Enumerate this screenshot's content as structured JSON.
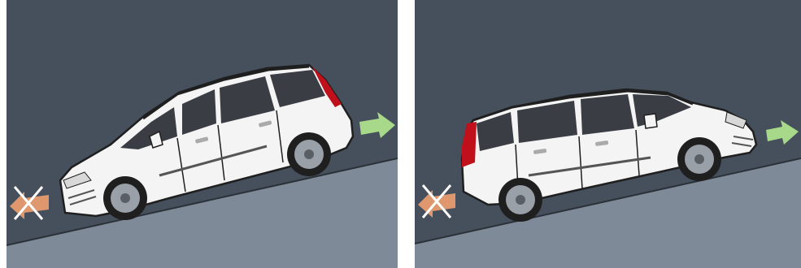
{
  "colors": {
    "sky": "#46505c",
    "road": "#7f8a99",
    "road_edge": "#2b3138",
    "car_body": "#f4f4f4",
    "car_outline": "#1f1f1f",
    "glass": "#3a3e44",
    "tail_light": "#c0101c",
    "forward_arrow": "#a8d98a",
    "blocked_arrow": "#f0a070",
    "cross": "#ffffff"
  },
  "panels": [
    {
      "scenario": "uphill",
      "car_facing": "left",
      "forward_arrow_icon": "arrow-right-icon",
      "blocked_arrow_icon": "arrow-left-crossed-icon"
    },
    {
      "scenario": "uphill",
      "car_facing": "right",
      "forward_arrow_icon": "arrow-right-icon",
      "blocked_arrow_icon": "arrow-left-crossed-icon"
    }
  ]
}
